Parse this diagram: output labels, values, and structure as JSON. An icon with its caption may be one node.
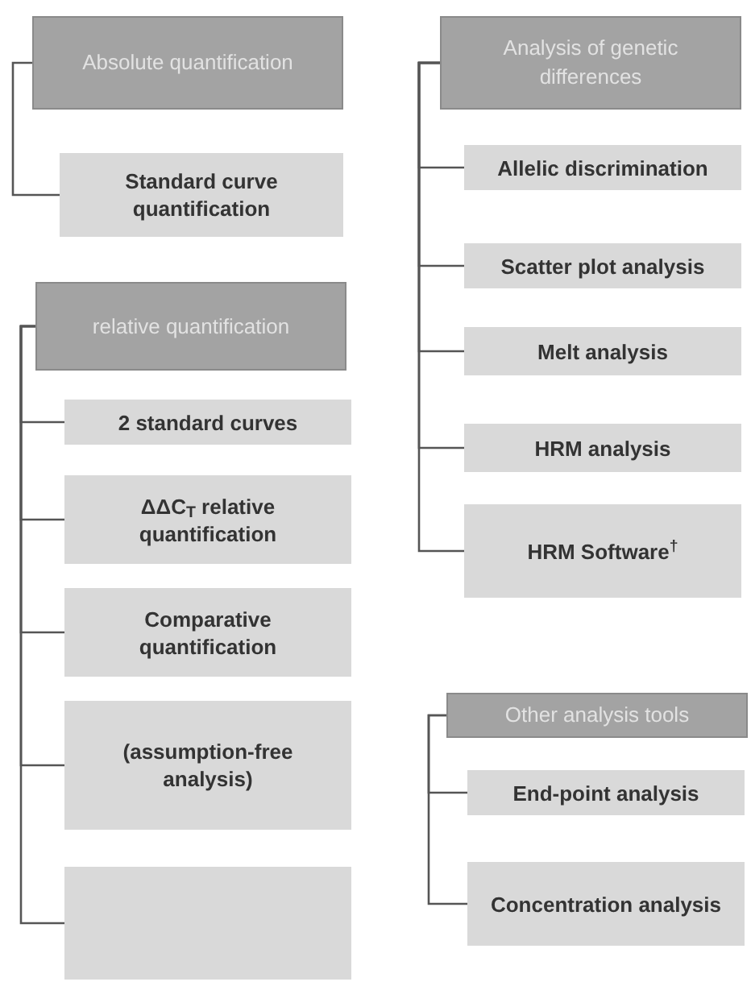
{
  "diagram": {
    "nodes": [
      {
        "text": [
          "Absolute quantification"
        ]
      },
      {
        "text": [
          "Standard curve quantification"
        ]
      },
      {
        "text": [
          "relative quantification"
        ]
      },
      {
        "text": [
          "2 standard curves"
        ]
      },
      {
        "text": [
          "ΔΔC$_{T}$ relative quantification"
        ]
      },
      {
        "text": [
          "Comparative quantification"
        ]
      },
      {
        "text": [
          "(assumption-free analysis)"
        ]
      },
      {
        "text": [],
        "shape": "box"
      },
      {
        "text": [
          "Analysis of genetic differences"
        ]
      },
      {
        "text": [
          "Allelic discrimination"
        ]
      },
      {
        "text": [
          "Scatter plot analysis"
        ]
      },
      {
        "text": [
          "Melt analysis"
        ]
      },
      {
        "text": [
          "HRM analysis"
        ]
      },
      {
        "text": [
          "HRM Software$^{†}$"
        ]
      },
      {
        "text": [
          "Other analysis tools"
        ]
      },
      {
        "text": [
          "End-point analysis"
        ]
      },
      {
        "text": [
          "Concentration analysis"
        ]
      }
    ],
    "edges": [
      {
        "from": 0,
        "to": 1,
        "arrow": "none"
      },
      {
        "from": 2,
        "to": 3,
        "arrow": "none"
      },
      {
        "from": 2,
        "to": 4,
        "arrow": "none"
      },
      {
        "from": 2,
        "to": 5,
        "arrow": "none"
      },
      {
        "from": 2,
        "to": 6,
        "arrow": "none"
      },
      {
        "from": 2,
        "to": 7,
        "arrow": "none"
      },
      {
        "from": 8,
        "to": 9,
        "arrow": "none"
      },
      {
        "from": 8,
        "to": 10,
        "arrow": "none"
      },
      {
        "from": 8,
        "to": 11,
        "arrow": "none"
      },
      {
        "from": 8,
        "to": 12,
        "arrow": "none"
      },
      {
        "from": 8,
        "to": 13,
        "arrow": "none"
      },
      {
        "from": 14,
        "to": 15,
        "arrow": "none"
      },
      {
        "from": 14,
        "to": 16,
        "arrow": "none"
      }
    ]
  }
}
